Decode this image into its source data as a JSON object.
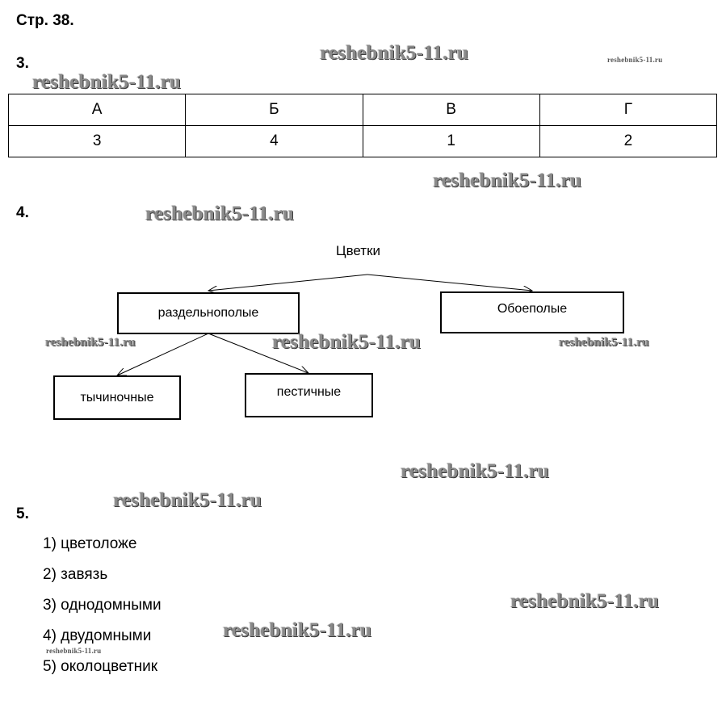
{
  "page": {
    "title": "Стр. 38."
  },
  "watermark": {
    "text": "reshebnik5-11.ru"
  },
  "task3": {
    "number": "3.",
    "headers": [
      "А",
      "Б",
      "В",
      "Г"
    ],
    "values": [
      "3",
      "4",
      "1",
      "2"
    ]
  },
  "task4": {
    "number": "4.",
    "root": "Цветки",
    "left_node": "раздельнополые",
    "right_node": "Обоеполые",
    "child_left": "тычиночные",
    "child_right": "пестичные"
  },
  "task5": {
    "number": "5.",
    "items": [
      "1) цветоложе",
      "2) завязь",
      "3) однодомными",
      "4) двудомными",
      "5) околоцветник"
    ]
  }
}
